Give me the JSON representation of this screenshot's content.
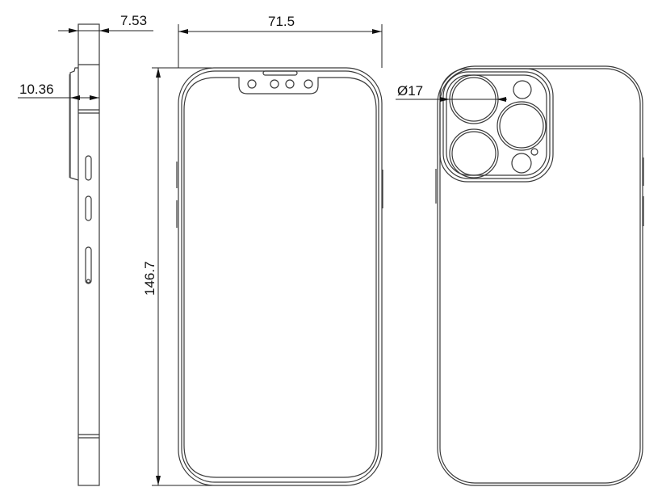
{
  "title": "Phone dimensional drawing",
  "views": {
    "side": {
      "label": "side-view"
    },
    "front": {
      "label": "front-view",
      "notch_holes": 4
    },
    "back": {
      "label": "back-view",
      "camera_lenses": 3
    }
  },
  "dimensions": {
    "side_thickness": "7.53",
    "camera_bump_thickness": "10.36",
    "width": "71.5",
    "height": "146.7",
    "lens_diameter": "Ø17"
  },
  "colors": {
    "line": "#3a3a3a",
    "background": "#ffffff"
  }
}
